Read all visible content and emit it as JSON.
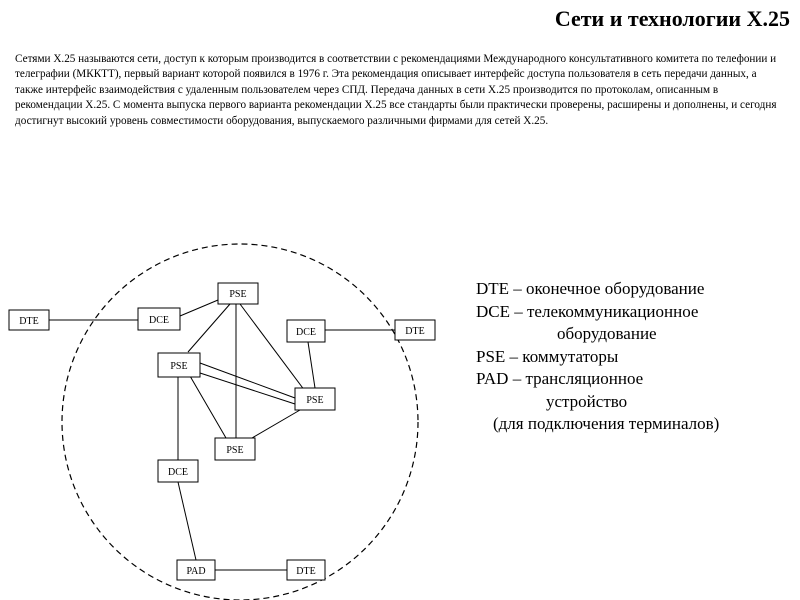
{
  "title": "Сети и технологии Х.25",
  "intro": "Сетями Х.25 называются сети, доступ к которым производится в соответствии с рекомендациями Международного консультативного комитета по телефонии и телеграфии (МККТТ), первый вариант которой появился в 1976 г. Эта рекомендация описывает интерфейс доступа пользователя в сеть передачи данных, а также интерфейс взаимодействия с удаленным пользователем через СПД. Передача данных в сети Х.25 производится по протоколам, описанным в рекомендации Х.25. С момента выпуска первого варианта рекомендации Х.25 все стандарты были практически проверены, расширены и дополнены, и сегодня достигнут высокий уровень совместимости оборудования, выпускаемого различными фирмами для сетей Х.25.",
  "diagram": {
    "nodes": {
      "dte_left": "DTE",
      "dce_left": "DCE",
      "pse_top": "PSE",
      "dce_right": "DCE",
      "dte_right": "DTE",
      "pse_left": "PSE",
      "pse_right": "PSE",
      "pse_bottom": "PSE",
      "dce_bottom": "DCE",
      "pad": "PAD",
      "dte_bottom": "DTE"
    }
  },
  "legend": {
    "dte": "DTE – оконечное оборудование",
    "dce_1": "DCE – телекоммуникационное",
    "dce_2": "оборудование",
    "pse": "PSE – коммутаторы",
    "pad_1": "PAD – трансляционное",
    "pad_2": "устройство",
    "pad_3": "(для подключения терминалов)"
  }
}
